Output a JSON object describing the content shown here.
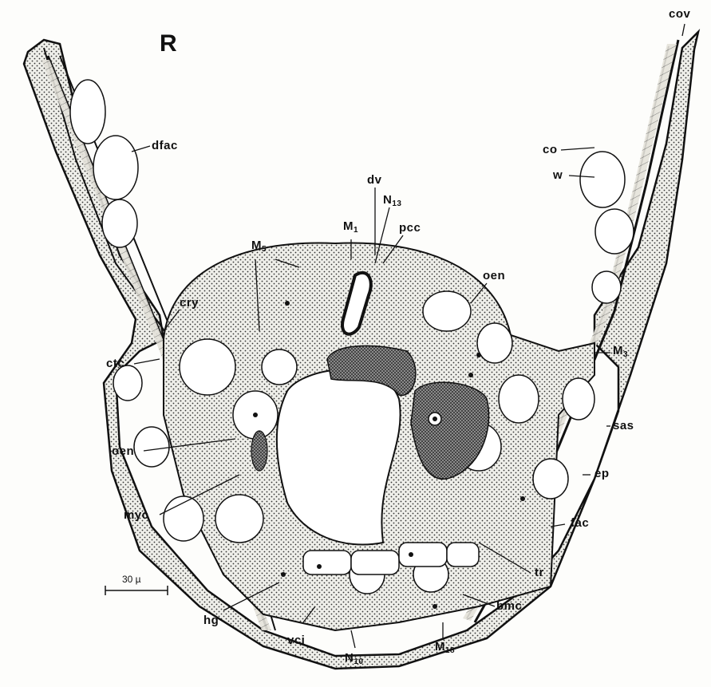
{
  "figure": {
    "panel_letter": "R",
    "scale_bar": "30 µ",
    "labels": {
      "cov": "cov",
      "dfac": "dfac",
      "co": "co",
      "w": "w",
      "dv": "dv",
      "N13": "N",
      "N13_sub": "13",
      "M1": "M",
      "M1_sub": "1",
      "pcc": "pcc",
      "M5": "M",
      "M5_sub": "5",
      "oen_right": "oen",
      "cry": "cry",
      "M3": "M",
      "M3_sub": "3",
      "ctc": "ctc",
      "sas": "sas",
      "oen_left": "oen",
      "ep": "ep",
      "myc": "myc",
      "fac": "fac",
      "tr": "tr",
      "hg": "hg",
      "bmc": "bmc",
      "vci": "vci",
      "N10": "N",
      "N10_sub": "10",
      "M18": "M",
      "M18_sub": "18"
    }
  }
}
